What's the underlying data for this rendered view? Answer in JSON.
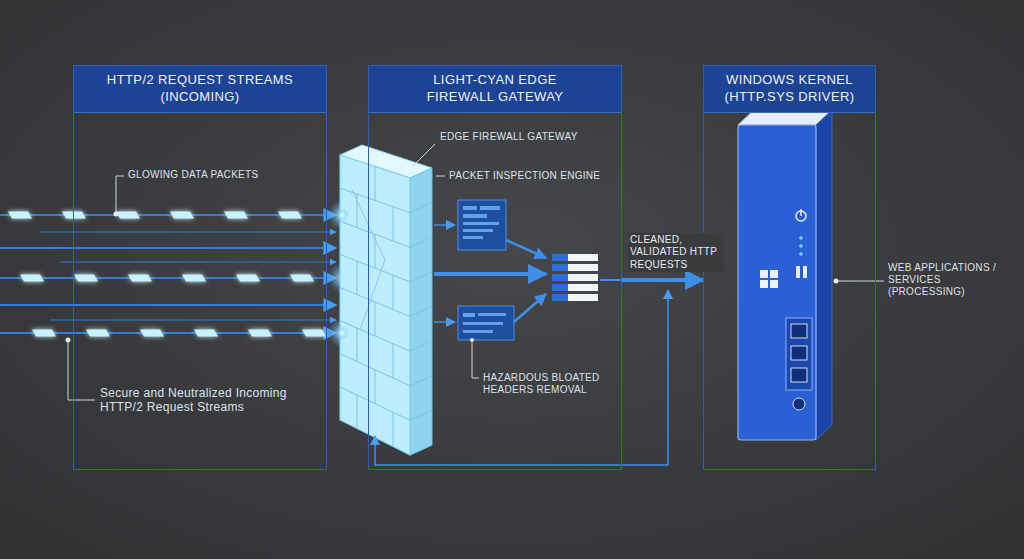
{
  "diagram": {
    "nodes": [
      {
        "text": [
          "HTTP/2 REQUEST STREAMS (INCOMING)"
        ]
      },
      {
        "text": [
          "LIGHT-CYAN EDGE FIREWALL GATEWAY"
        ]
      },
      {
        "text": [
          "WINDOWS KERNEL (HTTP.SYS DRIVER)"
        ]
      }
    ],
    "edges": [
      {
        "from": 1,
        "to": 2,
        "arrow": "to",
        "label": "CLEANED, VALIDATED HTTP REQUESTS"
      }
    ],
    "labels": [
      "GLOWING DATA PACKETS",
      "Secure and Neutralized Incoming HTTP/2 Request Streams",
      "EDGE FIREWALL GATEWAY",
      "PACKET INSPECTION ENGINE",
      "HAZARDOUS BLOATED HEADERS REMOVAL",
      "WEB APPLICATIONS / SERVICES (PROCESSING)"
    ]
  }
}
